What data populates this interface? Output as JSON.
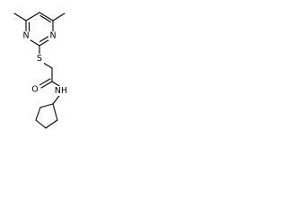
{
  "structure": {
    "atoms": {
      "n_ring_left": "N",
      "n_ring_right": "N",
      "sulfur": "S",
      "oxygen": "O",
      "nh": "NH"
    }
  }
}
